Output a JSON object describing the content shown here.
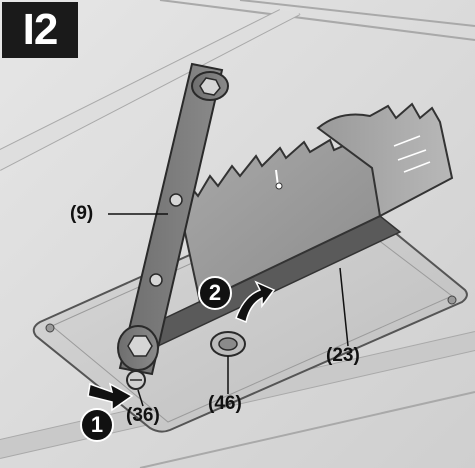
{
  "step": {
    "label": "I2"
  },
  "callouts": {
    "wrench": "(9)",
    "blade_guard_insert": "(23)",
    "screw_36": "(36)",
    "screw_46": "(46)"
  },
  "steps": {
    "first": "1",
    "second": "2"
  }
}
